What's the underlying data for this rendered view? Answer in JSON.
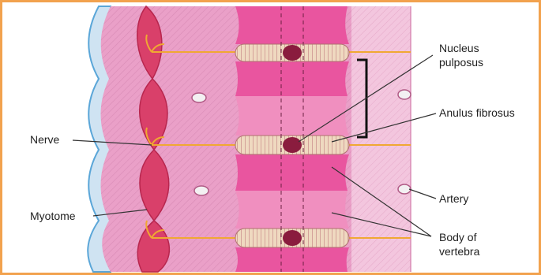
{
  "figure": {
    "colors": {
      "frame": "#f2a24e",
      "skin": "#cfe3f2",
      "skin_edge": "#5aa6d8",
      "tissue": "#eaa0c8",
      "tissue_light": "#f3c6de",
      "myotome": "#d9406a",
      "myotome_dark": "#b8264e",
      "vertebra": "#e9559f",
      "vertebra_light": "#f08fbf",
      "disc": "#efd9c0",
      "disc_stripe": "#c98a8a",
      "nucleus": "#8a1c3e",
      "nerve": "#f0a832",
      "artery": "#f3f0f2"
    },
    "labels": {
      "nucleus_pulposus": [
        "Nucleus",
        "pulposus"
      ],
      "anulus_fibrosus": "Anulus fibrosus",
      "nerve": "Nerve",
      "artery": "Artery",
      "myotome": "Myotome",
      "body_of_vertebra": [
        "Body of",
        "vertebra"
      ]
    }
  }
}
